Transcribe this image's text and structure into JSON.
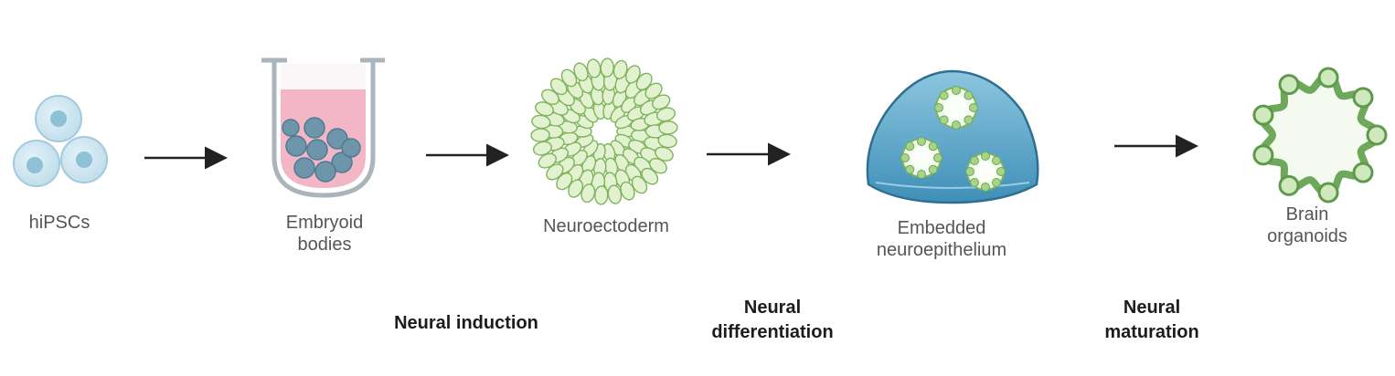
{
  "steps": [
    {
      "id": "hipscs",
      "label": "hiPSCs",
      "icon": "stem-cell-cluster-icon"
    },
    {
      "id": "embryoid",
      "label_line1": "Embryoid",
      "label_line2": "bodies",
      "icon": "culture-well-icon"
    },
    {
      "id": "neuroectoderm",
      "label": "Neuroectoderm",
      "icon": "neural-rosette-icon"
    },
    {
      "id": "embedded",
      "label_line1": "Embedded",
      "label_line2": "neuroepithelium",
      "icon": "matrigel-dome-icon"
    },
    {
      "id": "organoids",
      "label_line1": "Brain",
      "label_line2": "organoids",
      "icon": "brain-organoid-icon"
    }
  ],
  "stages": {
    "induction": "Neural induction",
    "differentiation_line1": "Neural",
    "differentiation_line2": "differentiation",
    "maturation_line1": "Neural",
    "maturation_line2": "maturation"
  },
  "colors": {
    "cell_fill": "#cfe7f2",
    "cell_stroke": "#9cc4d8",
    "cell_nucleus": "#8ec0d6",
    "medium_pink": "#f2b6c6",
    "eb_cell": "#6d96ab",
    "rosette_fill": "#e2f2d0",
    "rosette_stroke": "#7fb35c",
    "dome_fill": "#5aa3c6",
    "arrow": "#222222"
  }
}
